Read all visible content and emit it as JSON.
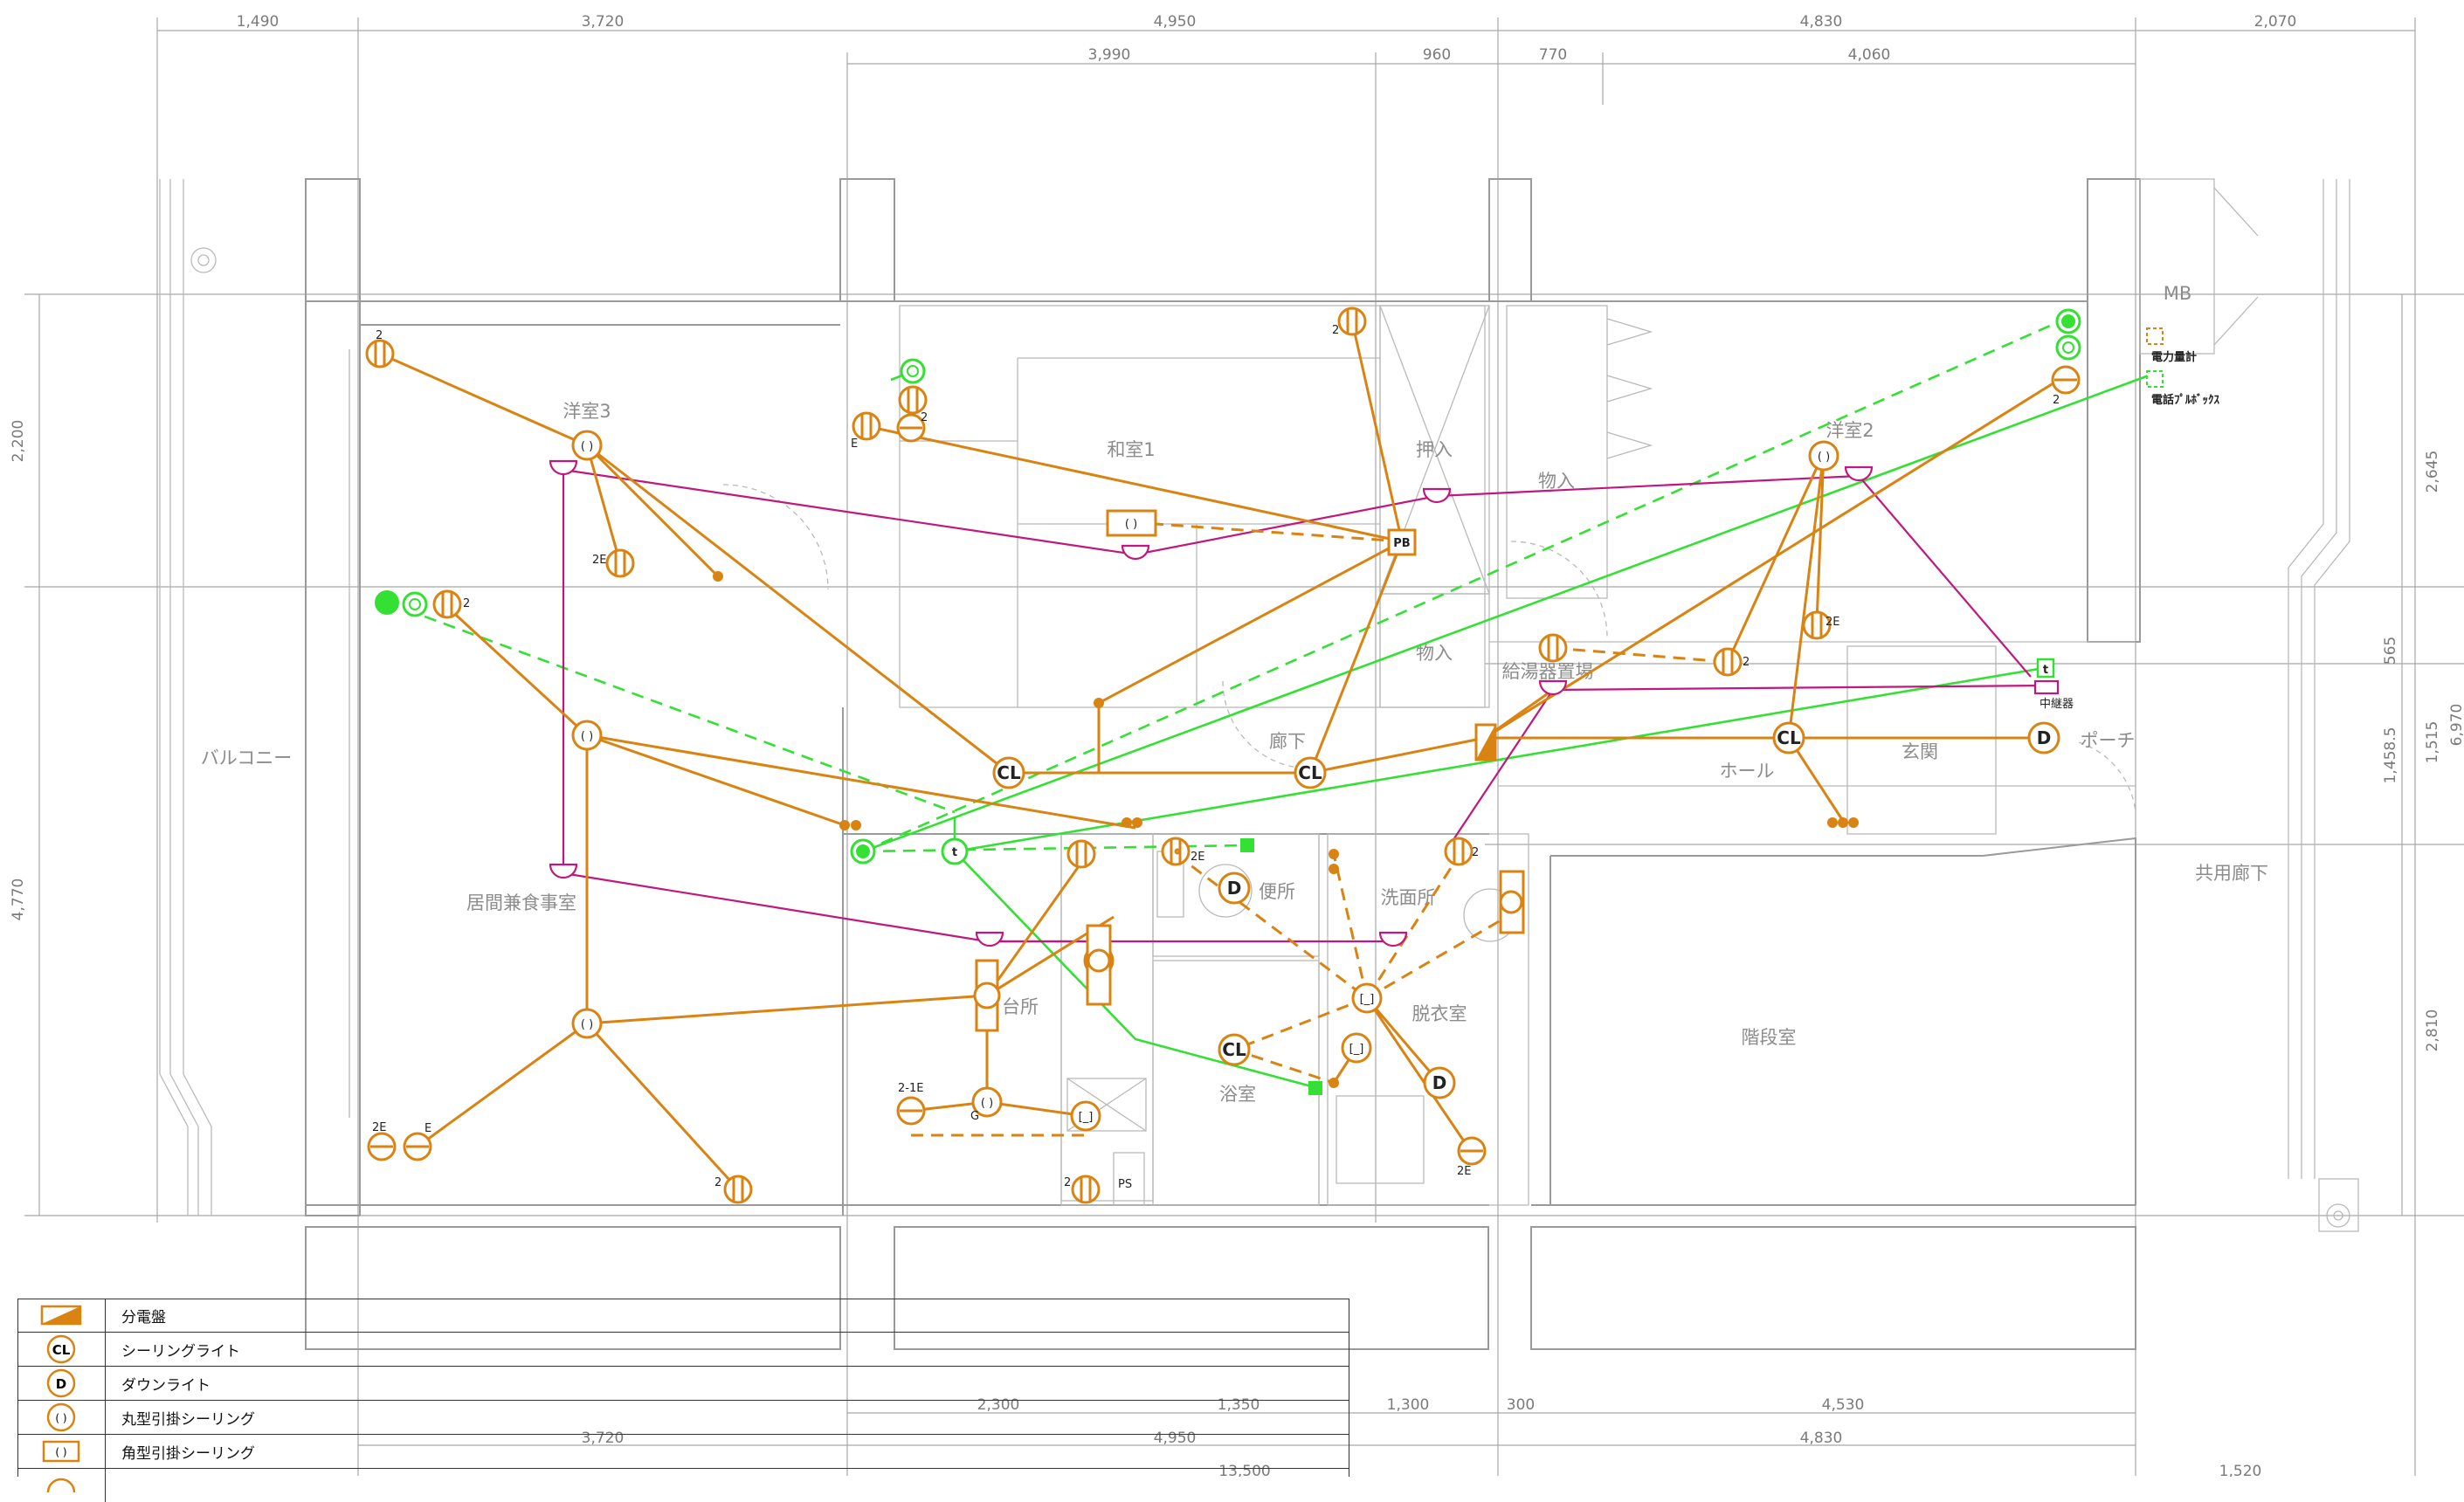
{
  "dims_top_row1": [
    "1,490",
    "3,720",
    "4,950",
    "4,830",
    "2,070"
  ],
  "dims_top_row2": [
    "3,990",
    "960",
    "770",
    "4,060"
  ],
  "dims_left": [
    "2,200",
    "4,770"
  ],
  "dims_right": [
    "2,645",
    "565",
    "1,458.5",
    "1,515",
    "6,970",
    "2,810"
  ],
  "dims_bottom_row1": [
    "2,300",
    "1,350",
    "1,300",
    "300",
    "4,530"
  ],
  "dims_bottom_row2": [
    "3,720",
    "4,950",
    "4,830"
  ],
  "dims_bottom_row3": [
    "13,500",
    "1,520"
  ],
  "rooms": {
    "balcony": "バルコニー",
    "western3": "洋室3",
    "washitsu": "和室1",
    "oshiire": "押入",
    "storage1": "物入",
    "storage2": "物入",
    "western2": "洋室2",
    "water_heater": "給湯器置場",
    "corridor": "廊下",
    "hall": "ホール",
    "entrance": "玄関",
    "porch": "ポーチ",
    "shared_corridor": "共用廊下",
    "living": "居間兼食事室",
    "toilet": "便所",
    "washroom": "洗面所",
    "kitchen": "台所",
    "dressing": "脱衣室",
    "bath": "浴室",
    "stair": "階段室",
    "mb": "MB"
  },
  "labels": {
    "power_meter": "電力量計",
    "phone_box": "電話ﾌﾟﾙﾎﾞｯｸｽ",
    "relay": "中継器",
    "pb": "PB",
    "cl": "CL",
    "d": "D",
    "t": "t",
    "ps": "PS",
    "n2": "2",
    "n2e": "2E",
    "ne": "E",
    "n2_1e": "2-1E",
    "ng": "G"
  },
  "legend": [
    {
      "label": "分電盤",
      "icon": "panel-icon"
    },
    {
      "label": "シーリングライト",
      "icon": "ceiling-light-icon"
    },
    {
      "label": "ダウンライト",
      "icon": "downlight-icon"
    },
    {
      "label": "丸型引掛シーリング",
      "icon": "round-ceiling-hook-icon"
    },
    {
      "label": "角型引掛シーリング",
      "icon": "square-ceiling-hook-icon"
    }
  ],
  "colors": {
    "power_wiring": "#d98312",
    "light_wiring": "#c0187c",
    "weak_current_wiring": "#33e033",
    "walls": "#9a9a9a"
  }
}
